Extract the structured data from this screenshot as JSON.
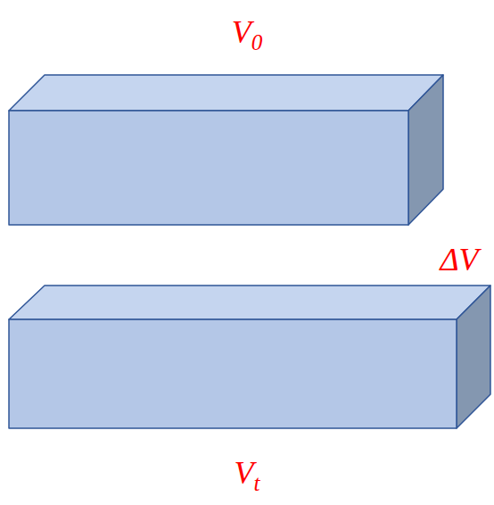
{
  "diagram": {
    "labels": [
      "V0",
      "ΔV",
      "Vt"
    ]
  }
}
